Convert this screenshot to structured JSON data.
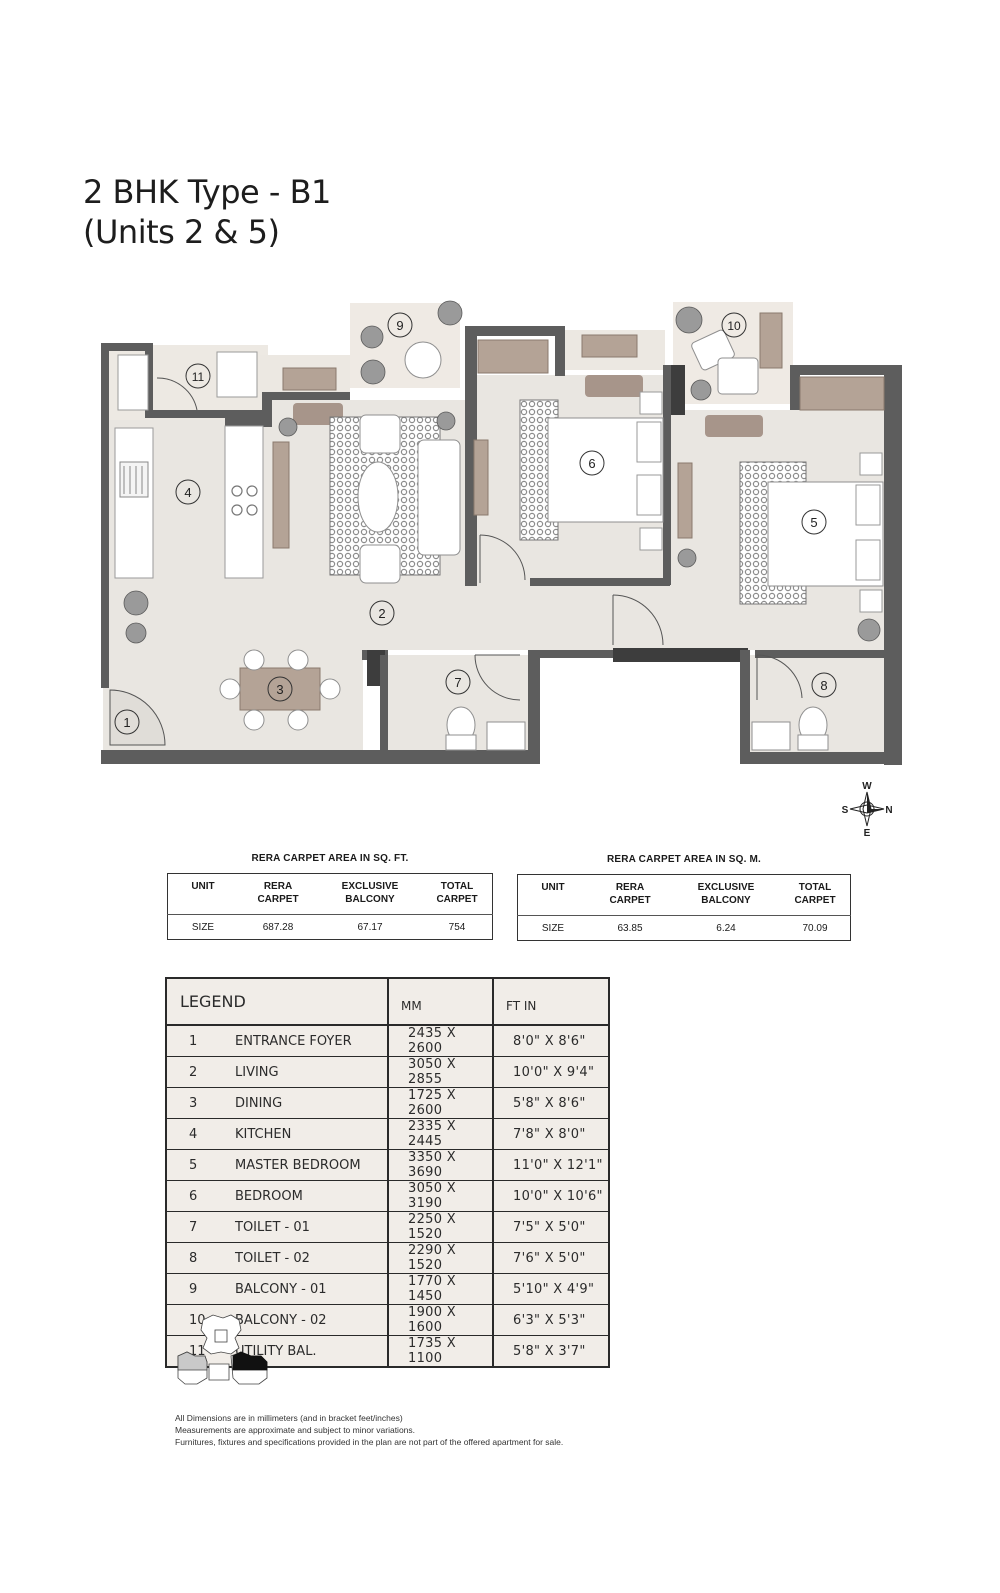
{
  "title": {
    "line1": "2 BHK Type - B1",
    "line2": "(Units 2 & 5)"
  },
  "room_markers": [
    "1",
    "2",
    "3",
    "4",
    "5",
    "6",
    "7",
    "8",
    "9",
    "10",
    "11"
  ],
  "compass": {
    "w": "W",
    "s": "S",
    "n": "N",
    "e": "E"
  },
  "area_sqft": {
    "caption": "RERA CARPET AREA IN SQ. FT.",
    "headers": [
      "UNIT",
      "RERA\nCARPET",
      "EXCLUSIVE\nBALCONY",
      "TOTAL\nCARPET"
    ],
    "row": [
      "SIZE",
      "687.28",
      "67.17",
      "754"
    ]
  },
  "area_sqm": {
    "caption": "RERA CARPET AREA IN SQ. M.",
    "headers": [
      "UNIT",
      "RERA\nCARPET",
      "EXCLUSIVE\nBALCONY",
      "TOTAL\nCARPET"
    ],
    "row": [
      "SIZE",
      "63.85",
      "6.24",
      "70.09"
    ]
  },
  "legend": {
    "headers": [
      "LEGEND",
      "MM",
      "FT IN"
    ],
    "rows": [
      {
        "no": "1",
        "name": "ENTRANCE FOYER",
        "mm": "2435 X 2600",
        "ft": "8'0\" X 8'6\""
      },
      {
        "no": "2",
        "name": "LIVING",
        "mm": "3050 X 2855",
        "ft": "10'0\" X 9'4\""
      },
      {
        "no": "3",
        "name": "DINING",
        "mm": "1725 X 2600",
        "ft": "5'8\" X 8'6\""
      },
      {
        "no": "4",
        "name": "KITCHEN",
        "mm": "2335 X 2445",
        "ft": "7'8\" X 8'0\""
      },
      {
        "no": "5",
        "name": "MASTER BEDROOM",
        "mm": "3350 X 3690",
        "ft": "11'0\" X 12'1\""
      },
      {
        "no": "6",
        "name": "BEDROOM",
        "mm": "3050 X 3190",
        "ft": "10'0\" X 10'6\""
      },
      {
        "no": "7",
        "name": "TOILET - 01",
        "mm": "2250 X 1520",
        "ft": "7'5\" X 5'0\""
      },
      {
        "no": "8",
        "name": "TOILET - 02",
        "mm": "2290 X 1520",
        "ft": "7'6\" X 5'0\""
      },
      {
        "no": "9",
        "name": "BALCONY - 01",
        "mm": "1770 X 1450",
        "ft": "5'10\" X 4'9\""
      },
      {
        "no": "10",
        "name": "BALCONY - 02",
        "mm": "1900 X 1600",
        "ft": "6'3\" X 5'3\""
      },
      {
        "no": "11",
        "name": "UTILITY BAL.",
        "mm": "1735 X 1100",
        "ft": "5'8\" X 3'7\""
      }
    ]
  },
  "notes": [
    "All Dimensions are in millimeters (and in bracket feet/inches)",
    "Measurements are approximate and subject to minor variations.",
    "Furnitures, fixtures and specifications provided in the plan are not part of the offered apartment for sale."
  ]
}
